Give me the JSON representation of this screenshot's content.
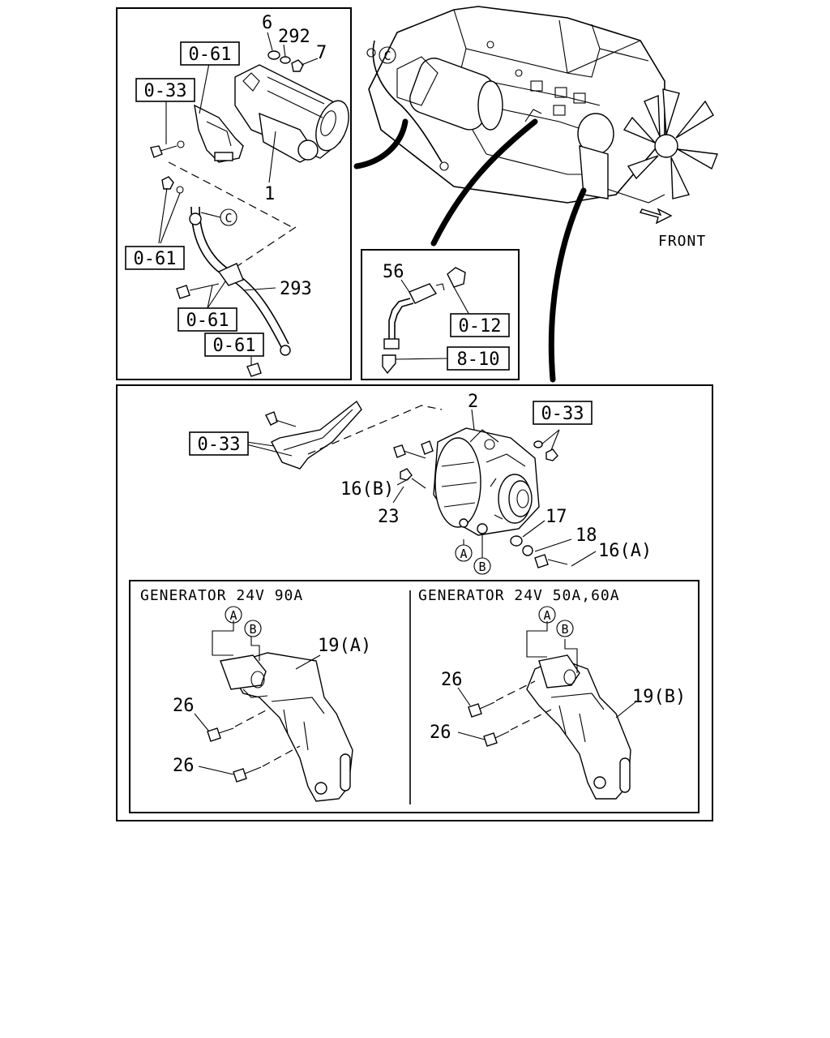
{
  "front_label": "FRONT",
  "starter": {
    "part_numbers": {
      "p6": "6",
      "p292": "292",
      "p7": "7",
      "p1": "1",
      "p293": "293"
    },
    "refs": {
      "r061a": "0-61",
      "r033": "0-33",
      "r061b": "0-61",
      "r061c": "0-61",
      "r061d": "0-61"
    },
    "circle_c": "C"
  },
  "sensor": {
    "part_numbers": {
      "p56": "56"
    },
    "refs": {
      "r012": "0-12",
      "r810": "8-10"
    }
  },
  "generator": {
    "part_numbers": {
      "p2": "2",
      "p16b": "16(B)",
      "p23": "23",
      "p17": "17",
      "p18": "18",
      "p16a": "16(A)"
    },
    "refs": {
      "r033_left": "0-33",
      "r033_right": "0-33"
    },
    "circle_a": "A",
    "circle_b": "B"
  },
  "variant_90a": {
    "title": "GENERATOR 24V 90A",
    "part_numbers": {
      "p26_top": "26",
      "p26_bottom": "26",
      "p19a": "19(A)"
    },
    "circle_a": "A",
    "circle_b": "B"
  },
  "variant_50a": {
    "title": "GENERATOR 24V 50A,60A",
    "part_numbers": {
      "p26_top": "26",
      "p26_bottom": "26",
      "p19b": "19(B)"
    },
    "circle_a": "A",
    "circle_b": "B"
  },
  "engine_circle_c": "C"
}
